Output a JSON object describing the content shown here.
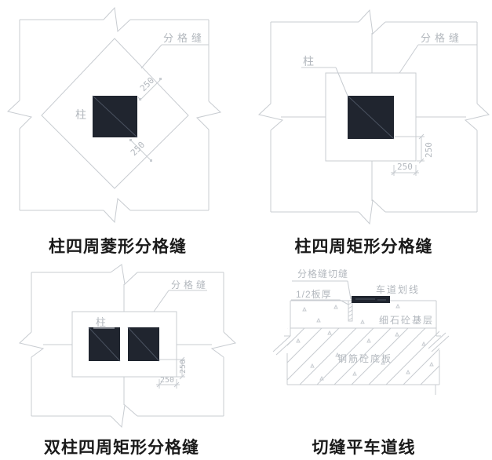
{
  "colors": {
    "line": "#c8ccd1",
    "text": "#b3b8be",
    "column": "#20252f",
    "caption": "#1a1a1a",
    "bg": "#ffffff",
    "diag": "#4a5260"
  },
  "panels": {
    "diamond": {
      "caption": "柱四周菱形分格缝",
      "column_label": "柱",
      "joint_label": "分格缝",
      "dims": [
        "250",
        "250"
      ]
    },
    "rect": {
      "caption": "柱四周矩形分格缝",
      "column_label": "柱",
      "joint_label": "分格缝",
      "dims": [
        "250",
        "250"
      ]
    },
    "double": {
      "caption": "双柱四周矩形分格缝",
      "column_label": "柱",
      "joint_label": "分格缝",
      "dims": [
        "250",
        "250"
      ]
    },
    "section": {
      "caption": "切缝平车道线",
      "saw_cut_label": "分格缝切缝",
      "half_depth_label": "1/2板厚",
      "lane_label": "车道划线",
      "base_label": "细石砼基层",
      "slab_label": "钢筋砼底板"
    }
  }
}
